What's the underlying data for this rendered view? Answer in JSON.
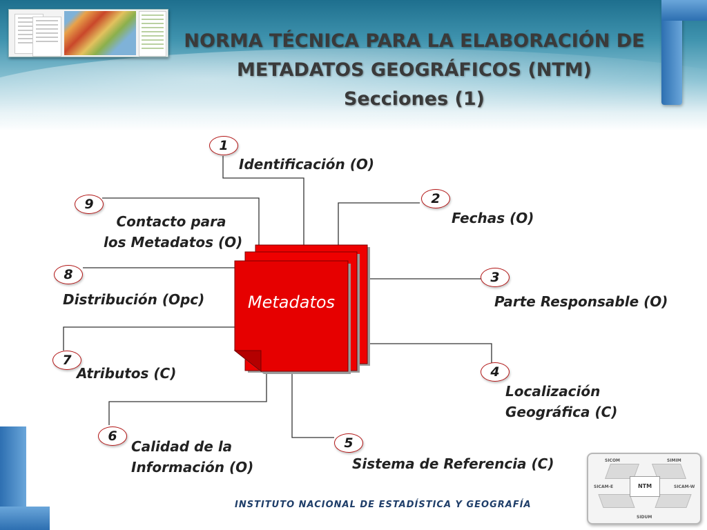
{
  "title": {
    "line1": "NORMA TÉCNICA PARA LA ELABORACIÓN DE",
    "line2": "METADATOS GEOGRÁFICOS (NTM)",
    "line3": "Secciones (1)"
  },
  "diagram": {
    "center": "Metadatos",
    "sections": [
      {
        "number": "1",
        "lines": [
          "Identificación (O)"
        ]
      },
      {
        "number": "2",
        "lines": [
          "Fechas (O)"
        ]
      },
      {
        "number": "3",
        "lines": [
          "Parte Responsable (O)"
        ]
      },
      {
        "number": "4",
        "lines": [
          "Localización",
          "Geográfica (C)"
        ]
      },
      {
        "number": "5",
        "lines": [
          "Sistema de Referencia (C)"
        ]
      },
      {
        "number": "6",
        "lines": [
          "Calidad de la",
          "Información (O)"
        ]
      },
      {
        "number": "7",
        "lines": [
          "Atributos (C)"
        ]
      },
      {
        "number": "8",
        "lines": [
          "Distribución (Opc)"
        ]
      },
      {
        "number": "9",
        "lines": [
          "Contacto para",
          "los Metadatos (O)"
        ]
      }
    ]
  },
  "footer": "INSTITUTO NACIONAL  DE ESTADÍSTICA Y GEOGRAFÍA",
  "logo": {
    "center": "NTM",
    "labels": [
      "SICOM",
      "SIMIM",
      "SICAM-E",
      "SICAM-W",
      "SIDUM"
    ]
  },
  "colors": {
    "accent_red": "#e00000",
    "title_text": "#3a3a3a",
    "footer_text": "#1f3e69"
  }
}
